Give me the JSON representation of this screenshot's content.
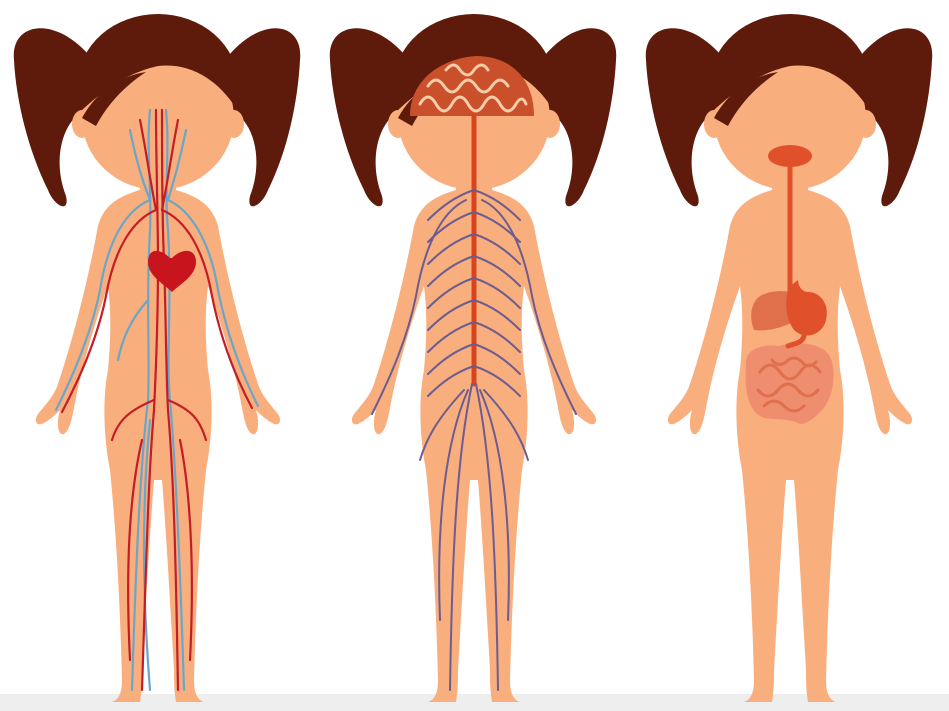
{
  "colors": {
    "skin": "#F9AE7E",
    "hair": "#5E1A0B",
    "artery": "#C31E25",
    "vein": "#6BA6C9",
    "heart": "#C8141C",
    "nerve": "#6C5C90",
    "spinal_cord": "#D9441E",
    "brain": "#C9502B",
    "brain_lines": "#F6CBA7",
    "digestive": "#E0502A",
    "liver": "#E0704C",
    "intestine": "#EE8E6E",
    "intestine_lines": "#E0704C",
    "floor": "#EEEEEE"
  },
  "figures": [
    {
      "system": "circulatory",
      "icon": "heart-icon"
    },
    {
      "system": "nervous",
      "icon": "brain-icon"
    },
    {
      "system": "digestive",
      "icon": "stomach-icon"
    }
  ]
}
